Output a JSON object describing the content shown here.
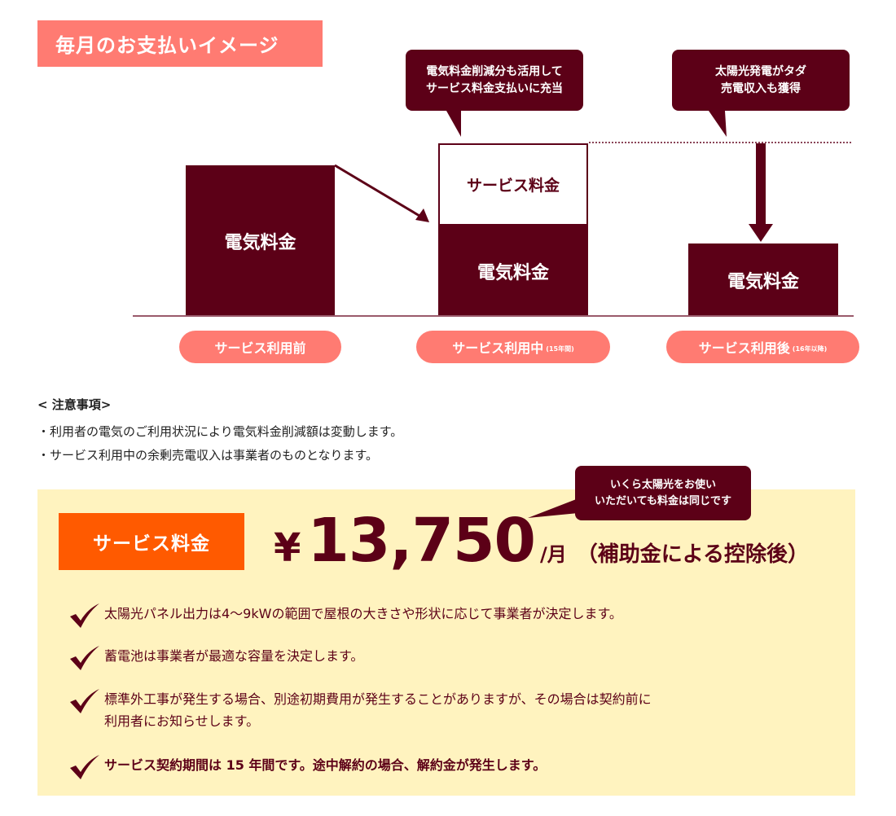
{
  "header": {
    "title": "毎月のお支払いイメージ"
  },
  "colors": {
    "maroon": "#5c0017",
    "salmon": "#ff7b72",
    "orange": "#ff5a00",
    "panel_bg": "#fff3bf"
  },
  "diagram": {
    "callouts": [
      {
        "lines": [
          "電気料金削減分も活用して",
          "サービス料金支払いに充当"
        ]
      },
      {
        "lines": [
          "太陽光発電がタダ",
          "売電収入も獲得"
        ]
      }
    ],
    "bars": {
      "before": "電気料金",
      "during_top": "サービス料金",
      "during_bottom": "電気料金",
      "after": "電気料金"
    },
    "stages": [
      {
        "label": "サービス利用前",
        "sub": ""
      },
      {
        "label": "サービス利用中",
        "sub": "(15年間)"
      },
      {
        "label": "サービス利用後",
        "sub": "(16年以降)"
      }
    ]
  },
  "notes": {
    "title": "< 注意事項>",
    "items": [
      "・利用者の電気のご利用状況により電気料金削減額は変動します。",
      "・サービス利用中の余剰売電収入は事業者のものとなります。"
    ]
  },
  "fee": {
    "label": "サービス料金",
    "currency": "¥",
    "amount": "13,750",
    "unit": "/月",
    "qualifier": "（補助金による控除後）",
    "callout": [
      "いくら太陽光をお使い",
      "いただいても料金は同じです"
    ],
    "points": [
      {
        "text": "太陽光パネル出力は4〜9kWの範囲で屋根の大きさや形状に応じて事業者が決定します。"
      },
      {
        "text": "蓄電池は事業者が最適な容量を決定します。"
      },
      {
        "text": "標準外工事が発生する場合、別途初期費用が発生することがありますが、その場合は契約前に",
        "text2": "利用者にお知らせします。"
      },
      {
        "text": "サービス契約期間は 15 年間です。途中解約の場合、解約金が発生します。"
      }
    ]
  }
}
